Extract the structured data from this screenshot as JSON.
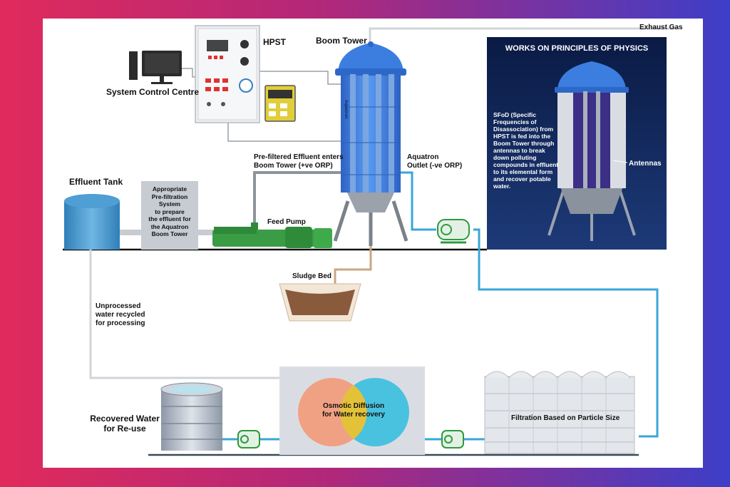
{
  "labels": {
    "exhaust_gas": "Exhaust Gas",
    "hpst": "HPST",
    "boom_tower": "Boom Tower",
    "system_control_centre": "System Control Centre",
    "prefiltered_line1": "Pre-filtered Effluent enters",
    "prefiltered_line2": "Boom Tower (+ve ORP)",
    "aquatron_line1": "Aquatron",
    "aquatron_line2": "Outlet (-ve ORP)",
    "effluent_tank": "Effluent Tank",
    "feed_pump": "Feed Pump",
    "sludge_bed": "Sludge Bed",
    "unprocessed_line1": "Unprocessed",
    "unprocessed_line2": "water recycled",
    "unprocessed_line3": "for processing",
    "recovered_line1": "Recovered Water",
    "recovered_line2": "for Re-use",
    "osmotic_line1": "Osmotic Diffusion",
    "osmotic_line2": "for Water recovery",
    "filtration": "Filtration Based on Particle Size",
    "tower_brand": "Aquatron"
  },
  "prefilter_box": {
    "line1": "Appropriate",
    "line2": "Pre-filtration",
    "line3": "System",
    "line4": "to prepare",
    "line5": "the effluent for",
    "line6": "the Aquatron",
    "line7": "Boom Tower"
  },
  "physics_panel": {
    "title": "WORKS ON PRINCIPLES OF PHYSICS",
    "description": "SFoD (Specific Frequencies of Disassociation) from HPST is fed into the Boom Tower through antennas to break down polluting compounds in effluent to its elemental form and recover potable water.",
    "antennas_label": "Antennas"
  },
  "colors": {
    "tower_blue": "#3d7fe0",
    "pipe_blue": "#3aa6d8",
    "pump_green": "#2e9a3c",
    "panel_bg": "#0d1f4a",
    "venn_left": "#f1a183",
    "venn_right": "#49c2df",
    "venn_overlap": "#e3c23a"
  }
}
